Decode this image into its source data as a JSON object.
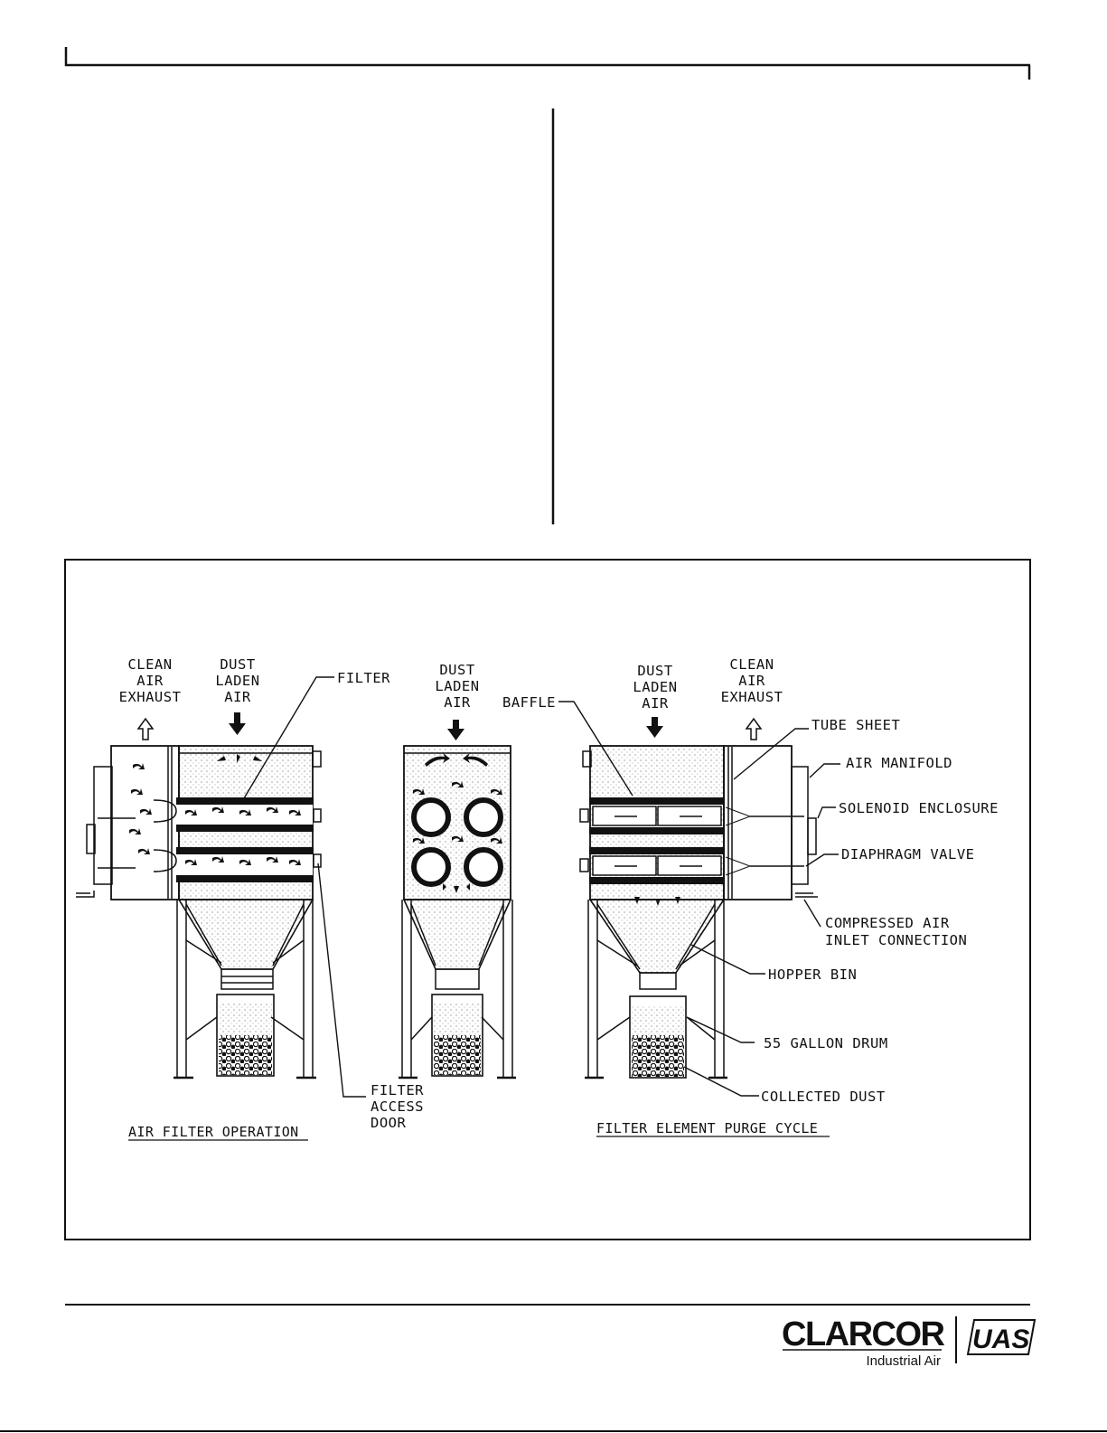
{
  "diagram": {
    "labels": {
      "clean_air_exhaust_left": [
        "CLEAN",
        "AIR",
        "EXHAUST"
      ],
      "dust_laden_air_left": [
        "DUST",
        "LADEN",
        "AIR"
      ],
      "filter": "FILTER",
      "dust_laden_air_middle": [
        "DUST",
        "LADEN",
        "AIR"
      ],
      "baffle": "BAFFLE",
      "dust_laden_air_right": [
        "DUST",
        "LADEN",
        "AIR"
      ],
      "clean_air_exhaust_right": [
        "CLEAN",
        "AIR",
        "EXHAUST"
      ],
      "tube_sheet": "TUBE SHEET",
      "air_manifold": "AIR MANIFOLD",
      "solenoid_enclosure": "SOLENOID ENCLOSURE",
      "diaphragm_valve": "DIAPHRAGM VALVE",
      "compressed_air_inlet": [
        "COMPRESSED AIR",
        "INLET CONNECTION"
      ],
      "hopper_bin": "HOPPER BIN",
      "drum": "55 GALLON DRUM",
      "collected_dust": "COLLECTED DUST",
      "filter_access_door": [
        "FILTER",
        "ACCESS",
        "DOOR"
      ]
    },
    "captions": {
      "left": "AIR FILTER OPERATION",
      "right": "FILTER ELEMENT PURGE CYCLE"
    }
  },
  "footer": {
    "brand": "CLARCOR",
    "brand_sub": "Industrial Air",
    "partner": "UAS"
  }
}
